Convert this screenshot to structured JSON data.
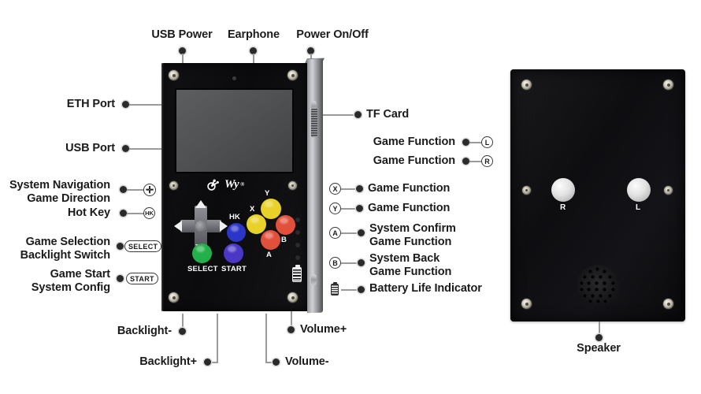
{
  "diagram": {
    "title": "Handheld game console annotated diagram",
    "background_color": "#ffffff",
    "leader_color": "#9a9a9a",
    "dot_color": "#2a2a2a"
  },
  "callouts": {
    "top": [
      {
        "id": "usb-power",
        "label": "USB Power"
      },
      {
        "id": "earphone",
        "label": "Earphone"
      },
      {
        "id": "power-onoff",
        "label": "Power On/Off"
      }
    ],
    "left": [
      {
        "id": "eth-port",
        "label": "ETH Port",
        "badge": null
      },
      {
        "id": "usb-port",
        "label": "USB Port",
        "badge": null
      },
      {
        "id": "sys-nav",
        "label": "System Navigation\nGame Direction",
        "badge": "✛",
        "badge_type": "circle"
      },
      {
        "id": "hot-key",
        "label": "Hot Key",
        "badge": "HK",
        "badge_type": "circle"
      },
      {
        "id": "game-sel",
        "label": "Game Selection\nBacklight Switch",
        "badge": "SELECT",
        "badge_type": "pill"
      },
      {
        "id": "game-start",
        "label": "Game Start\nSystem Config",
        "badge": "START",
        "badge_type": "pill"
      }
    ],
    "right": [
      {
        "id": "tf-card",
        "label": "TF Card",
        "badge": null,
        "badge_side": null
      },
      {
        "id": "fn-l",
        "label": "Game Function",
        "badge": "L",
        "badge_side": "right",
        "badge_type": "circle"
      },
      {
        "id": "fn-r",
        "label": "Game Function",
        "badge": "R",
        "badge_side": "right",
        "badge_type": "circle"
      },
      {
        "id": "fn-x",
        "label": "Game Function",
        "badge": "X",
        "badge_side": "left",
        "badge_type": "circle"
      },
      {
        "id": "fn-y",
        "label": "Game Function",
        "badge": "Y",
        "badge_side": "left",
        "badge_type": "circle"
      },
      {
        "id": "fn-a",
        "label": "System Confirm\nGame Function",
        "badge": "A",
        "badge_side": "left",
        "badge_type": "circle"
      },
      {
        "id": "fn-b",
        "label": "System Back\nGame Function",
        "badge": "B",
        "badge_side": "left",
        "badge_type": "circle"
      },
      {
        "id": "battery",
        "label": "Battery Life Indicator",
        "badge": "battery-icon",
        "badge_side": "left",
        "badge_type": "glyph"
      }
    ],
    "bottom": [
      {
        "id": "backlight-minus",
        "label": "Backlight-"
      },
      {
        "id": "backlight-plus",
        "label": "Backlight+"
      },
      {
        "id": "volume-plus",
        "label": "Volume+"
      },
      {
        "id": "volume-minus",
        "label": "Volume-"
      }
    ],
    "back": [
      {
        "id": "speaker",
        "label": "Speaker"
      }
    ]
  },
  "front_device": {
    "brand_logo": "waveshare-logo",
    "brand_text": "Wy",
    "registered_mark": "®",
    "screen": {
      "name": "lcd-screen"
    },
    "dpad": {
      "name": "d-pad"
    },
    "buttons": [
      {
        "id": "hk",
        "cap": "HK",
        "color": "#2b36c9"
      },
      {
        "id": "x",
        "cap": "X",
        "color": "#e8d22a"
      },
      {
        "id": "y",
        "cap": "Y",
        "color": "#e8d22a"
      },
      {
        "id": "a",
        "cap": "A",
        "color": "#e2503c"
      },
      {
        "id": "b",
        "cap": "B",
        "color": "#e2503c"
      },
      {
        "id": "select",
        "cap": "SELECT",
        "color": "#23b04a"
      },
      {
        "id": "start",
        "cap": "START",
        "color": "#4a37c6"
      }
    ],
    "battery_indicator": {
      "name": "battery-indicator"
    }
  },
  "back_device": {
    "shoulder_buttons": [
      {
        "id": "shoulder-r",
        "label": "R"
      },
      {
        "id": "shoulder-l",
        "label": "L"
      }
    ],
    "speaker": {
      "name": "speaker-grille"
    }
  }
}
